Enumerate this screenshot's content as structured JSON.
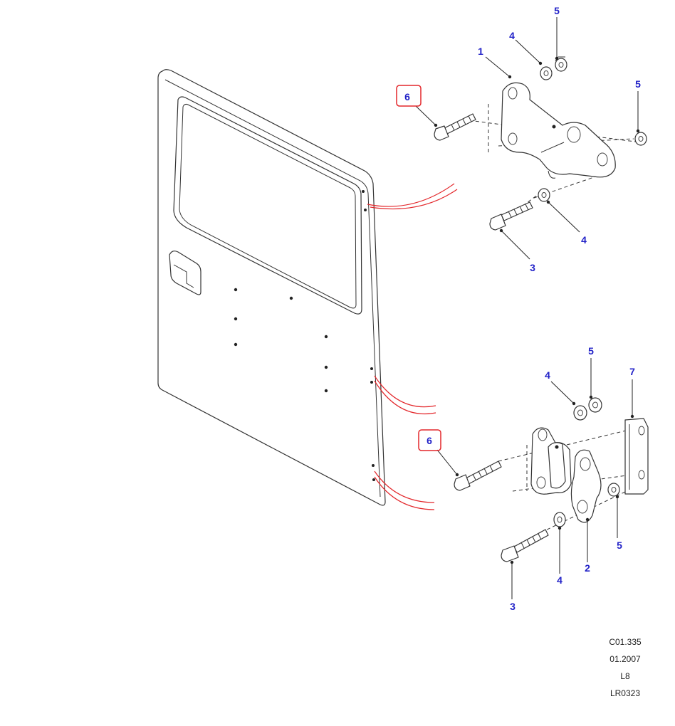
{
  "callouts": {
    "c1": "1",
    "c2": "2",
    "c3_upper": "3",
    "c3_lower": "3",
    "c4_upper_top": "4",
    "c4_upper_bottom": "4",
    "c4_lower_top": "4",
    "c4_lower_bottom": "4",
    "c5_upper_top": "5",
    "c5_upper_right": "5",
    "c5_lower_top": "5",
    "c5_lower_bottom": "5",
    "c6_upper": "6",
    "c6_lower": "6",
    "c7": "7"
  },
  "reference": {
    "code": "C01.335",
    "date": "01.2007",
    "model": "L8",
    "drawing_no": "LR0323"
  },
  "colors": {
    "callout_text": "#2323c8",
    "highlight_box": "#e3262a",
    "guide_lines": "#e3262a",
    "line_art": "#333333"
  }
}
